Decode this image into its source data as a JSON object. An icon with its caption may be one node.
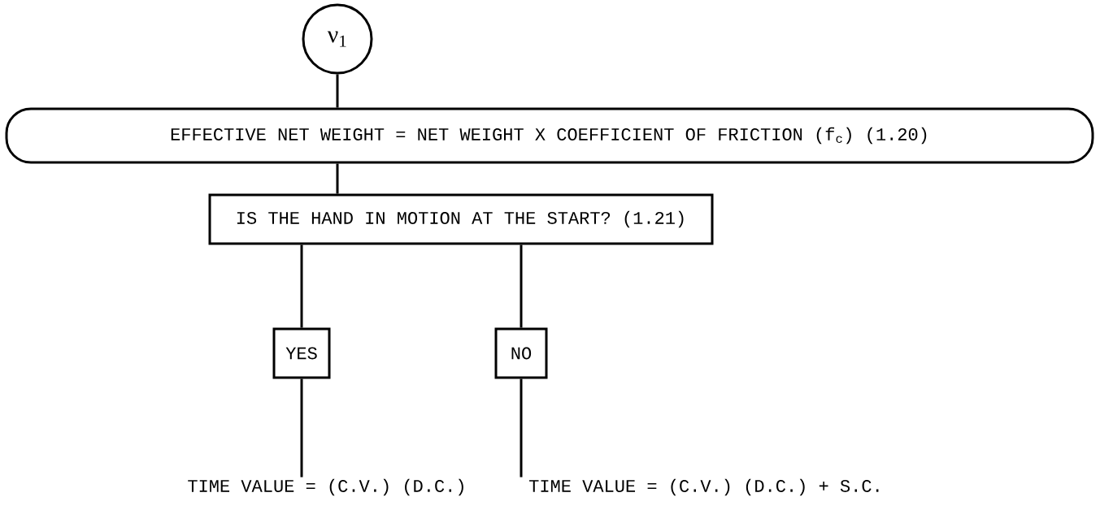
{
  "diagram": {
    "nodes": [
      {
        "text": [
          "ν$_{1}$"
        ]
      },
      {
        "text": [
          "EFFECTIVE NET WEIGHT = NET WEIGHT X COEFFICIENT OF FRICTION (f$_{c}$)  (1.20)"
        ]
      },
      {
        "text": [
          "IS THE HAND IN MOTION AT THE START? (1.21)"
        ]
      },
      {
        "text": [
          "YES"
        ]
      },
      {
        "text": [
          "NO"
        ]
      },
      {
        "text": [
          "TIME VALUE = (C.V.) (D.C.)"
        ]
      },
      {
        "text": [
          "TIME VALUE = (C.V.) (D.C.) + S.C."
        ]
      }
    ],
    "edges": [
      {
        "from": 0,
        "to": 1,
        "arrow": "none"
      },
      {
        "from": 1,
        "to": 2,
        "arrow": "none"
      },
      {
        "from": 2,
        "to": 3,
        "arrow": "none"
      },
      {
        "from": 2,
        "to": 4,
        "arrow": "none"
      },
      {
        "from": 3,
        "to": 5,
        "arrow": "none"
      },
      {
        "from": 4,
        "to": 6,
        "arrow": "none"
      }
    ]
  }
}
